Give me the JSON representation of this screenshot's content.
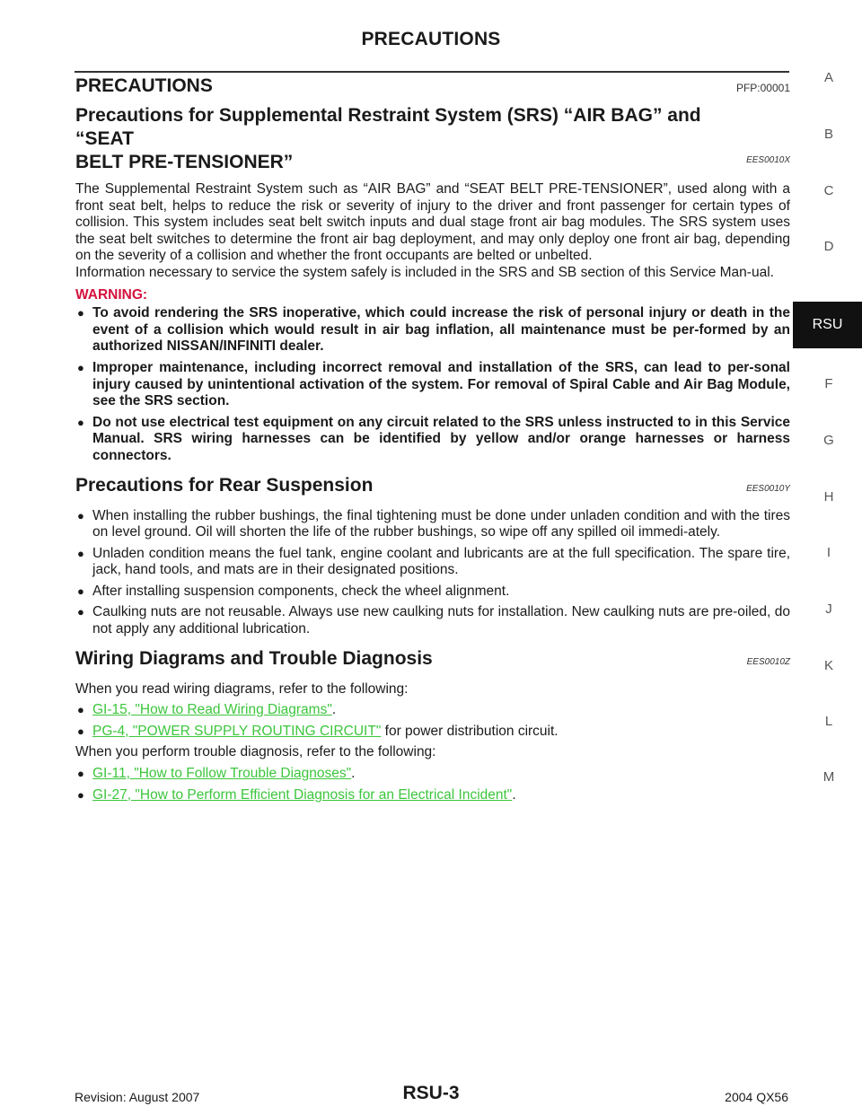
{
  "header": {
    "title": "PRECAUTIONS"
  },
  "section_index": {
    "letters": [
      "A",
      "B",
      "C",
      "D",
      "F",
      "G",
      "H",
      "I",
      "J",
      "K",
      "L",
      "M"
    ],
    "active": "RSU"
  },
  "main": {
    "heading": "PRECAUTIONS",
    "heading_code": "PFP:00001",
    "srs": {
      "title_line1": "Precautions for Supplemental Restraint System (SRS) “AIR BAG” and “SEAT",
      "title_line2": "BELT PRE-TENSIONER”",
      "code": "EES0010X",
      "para1": "The Supplemental Restraint System such as “AIR BAG” and “SEAT BELT PRE-TENSIONER”, used along with a front seat belt, helps to reduce the risk or severity of injury to the driver and front passenger for certain types of collision. This system includes seat belt switch inputs and dual stage front air bag modules. The SRS system uses the seat belt switches to determine the front air bag deployment, and may only deploy one front air bag, depending on the severity of a collision and whether the front occupants are belted or unbelted.",
      "para2": "Information necessary to service the system safely is included in the SRS and SB section of this Service Man-ual.",
      "warning_label": "WARNING:",
      "warnings": [
        "To avoid rendering the SRS inoperative, which could increase the risk of personal injury or death in the event of a collision which would result in air bag inflation, all maintenance must be per-formed by an authorized NISSAN/INFINITI dealer.",
        "Improper maintenance, including incorrect removal and installation of the SRS, can lead to per-sonal injury caused by unintentional activation of the system. For removal of Spiral Cable and Air Bag Module, see the SRS section.",
        "Do not use electrical test equipment on any circuit related to the SRS unless instructed to in this Service Manual. SRS wiring harnesses can be identified by yellow and/or orange harnesses or harness connectors."
      ]
    },
    "rear": {
      "title": "Precautions for Rear Suspension",
      "code": "EES0010Y",
      "bullets": [
        "When installing the rubber bushings, the final tightening must be done under unladen condition and with the tires on level ground. Oil will shorten the life of the rubber bushings, so wipe off any spilled oil immedi-ately.",
        "Unladen condition means the fuel tank, engine coolant and lubricants are at the full specification. The spare tire, jack, hand tools, and mats are in their designated positions.",
        "After installing suspension components, check the wheel alignment.",
        "Caulking nuts are not reusable. Always use new caulking nuts for installation. New caulking nuts are pre-oiled, do not apply any additional lubrication."
      ]
    },
    "wiring": {
      "title": "Wiring Diagrams and Trouble Diagnosis",
      "code": "EES0010Z",
      "intro1": "When you read wiring diagrams, refer to the following:",
      "link1": "GI-15, \"How to Read Wiring Diagrams\"",
      "link1_suffix": ".",
      "link2": "PG-4, \"POWER SUPPLY ROUTING CIRCUIT\"",
      "link2_suffix": " for power distribution circuit.",
      "intro2": "When you perform trouble diagnosis, refer to the following:",
      "link3": "GI-11, \"How to Follow Trouble Diagnoses\"",
      "link3_suffix": ".",
      "link4": "GI-27, \"How to Perform Efficient Diagnosis for an Electrical Incident\"",
      "link4_suffix": "."
    }
  },
  "footer": {
    "revision": "Revision: August 2007",
    "page": "RSU-3",
    "model": "2004 QX56"
  }
}
